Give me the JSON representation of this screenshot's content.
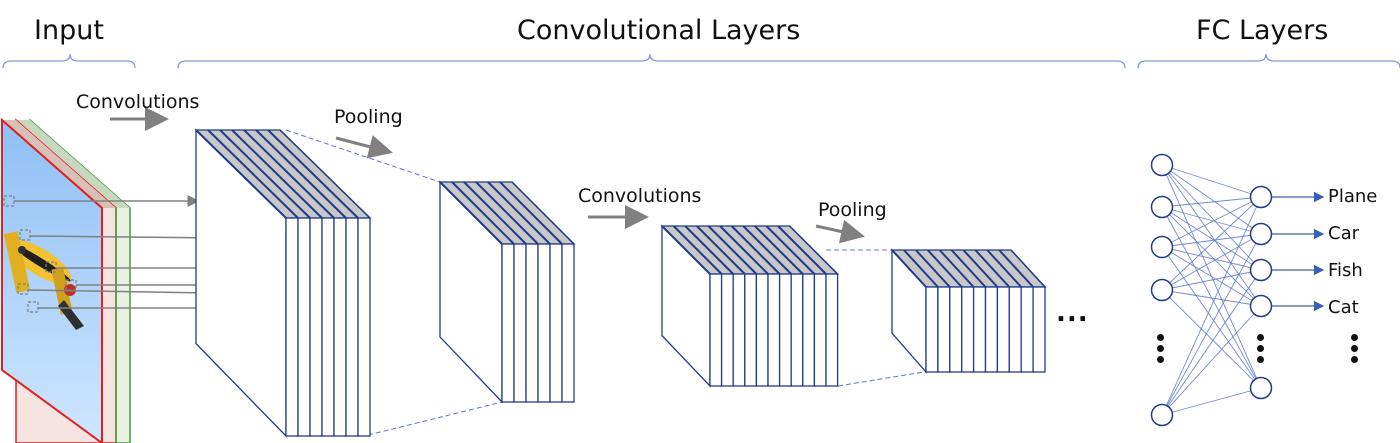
{
  "sections": {
    "input": "Input",
    "conv": "Convolutional Layers",
    "fc": "FC Layers"
  },
  "operations": {
    "conv1": "Convolutions",
    "pool1": "Pooling",
    "conv2": "Convolutions",
    "pool2": "Pooling"
  },
  "continuation": "...",
  "classes": [
    "Plane",
    "Car",
    "Fish",
    "Cat"
  ],
  "colors": {
    "outline": "#1f3c8c",
    "top_fill": "#c8c8c8",
    "arrow": "#808080",
    "bracket": "#7f9fcf",
    "neural_link": "#5a78c8",
    "input_sky": "#a9cfff",
    "channel_red": "#e02020",
    "channel_green": "#40a040"
  }
}
